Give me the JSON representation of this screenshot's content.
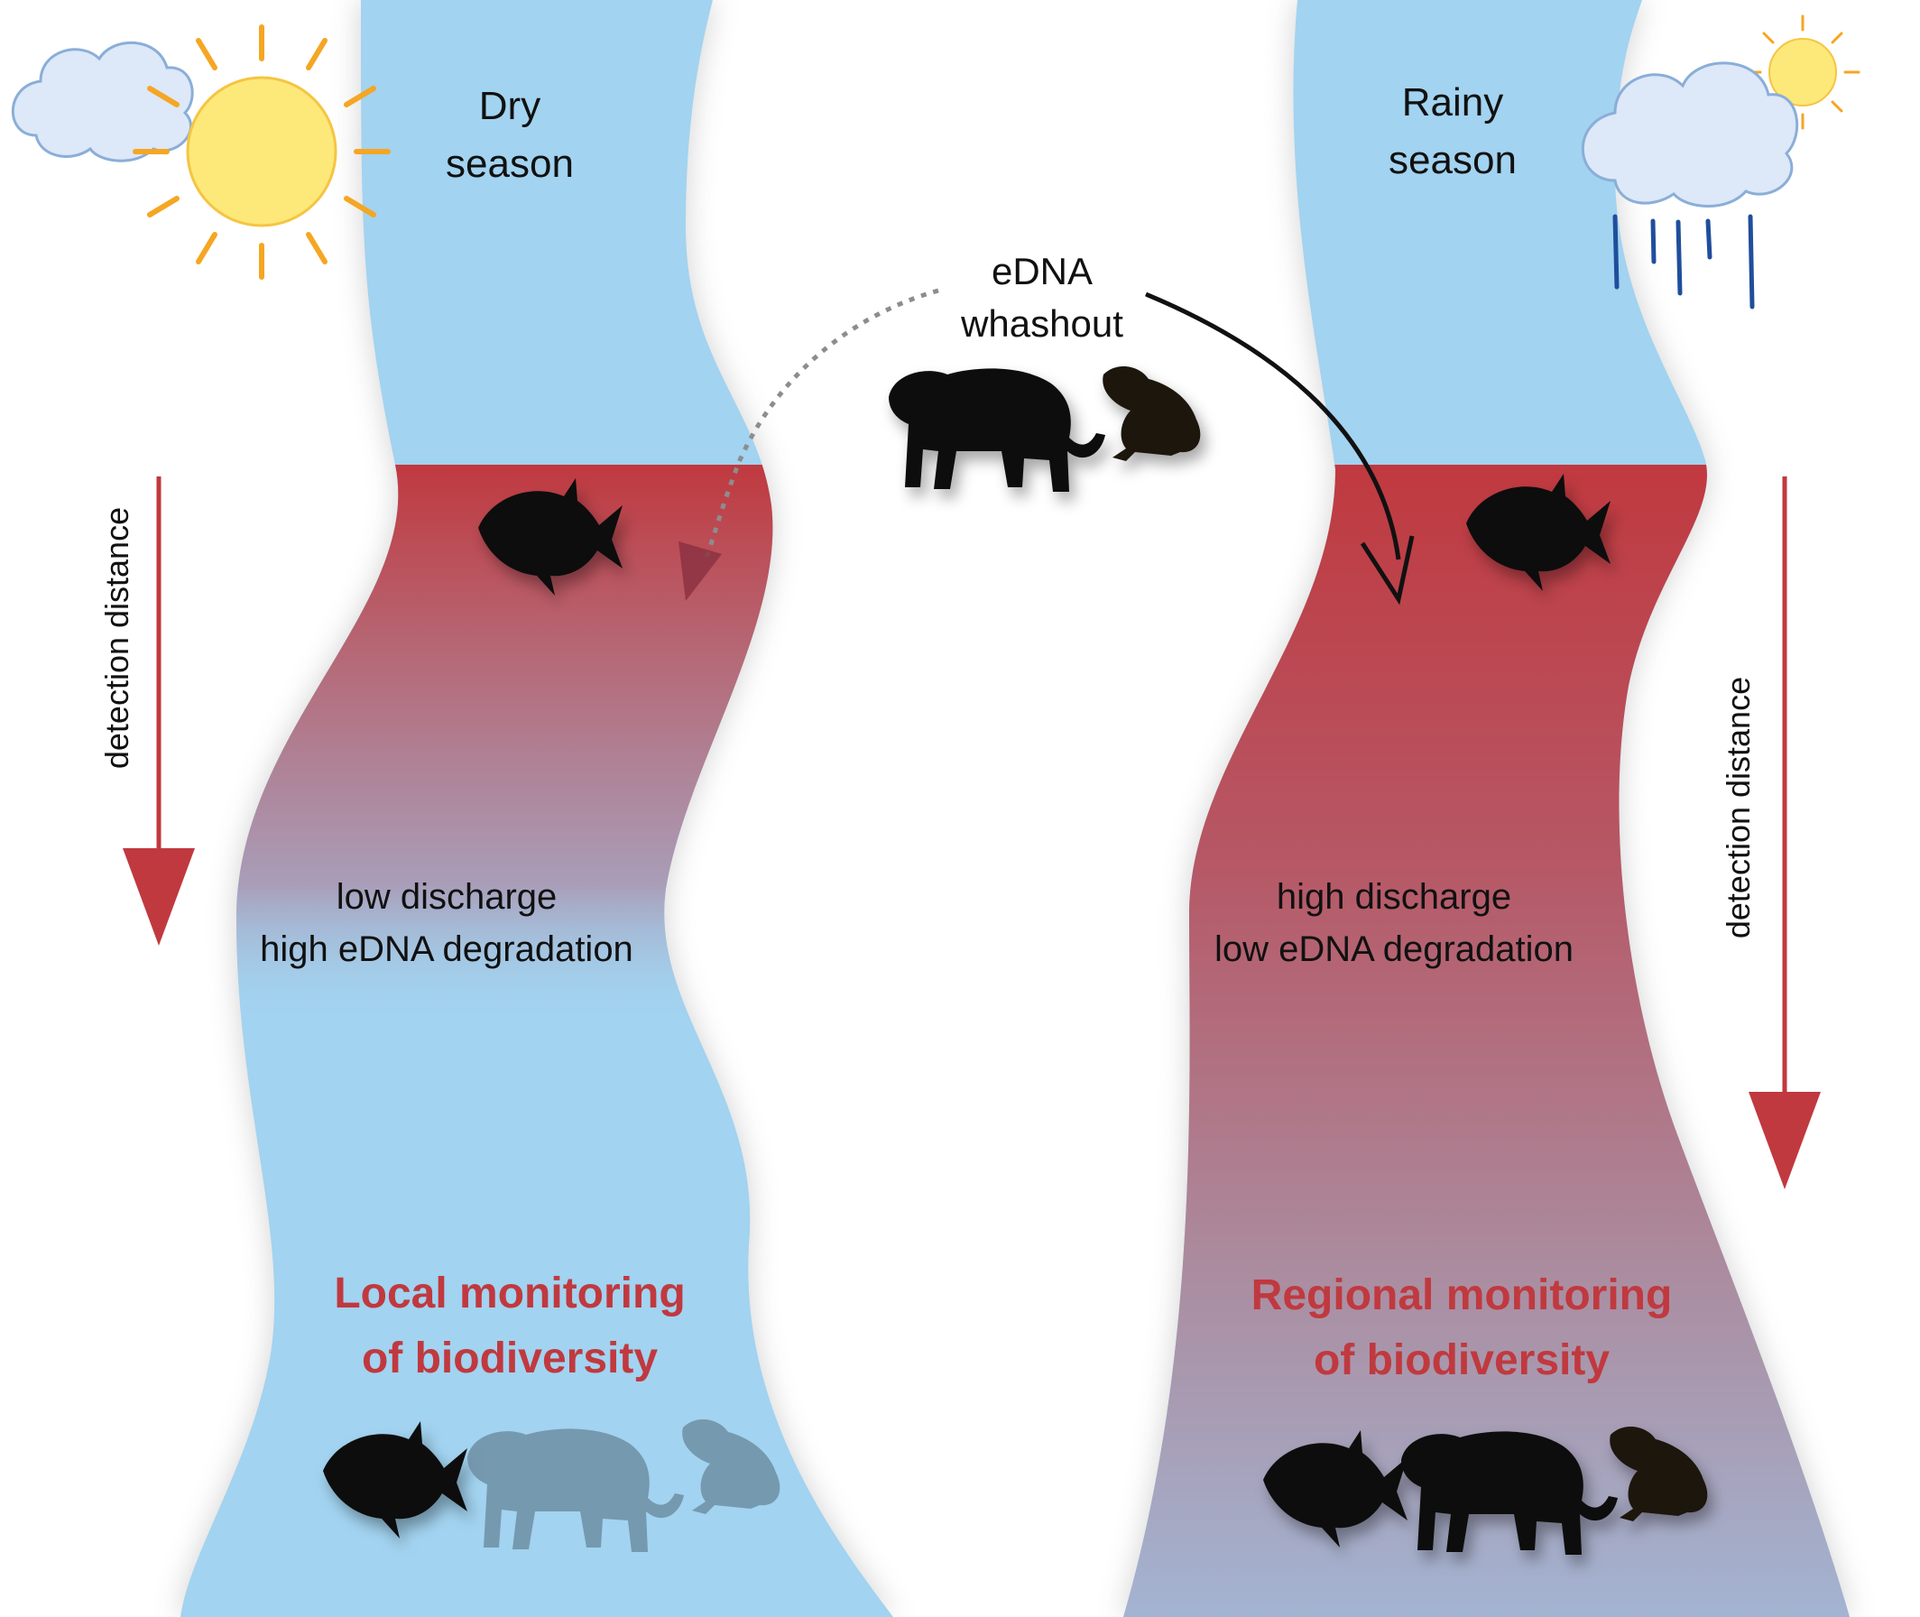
{
  "left_panel": {
    "season_line1": "Dry",
    "season_line2": "season",
    "condition_line1": "low discharge",
    "condition_line2": "high eDNA degradation",
    "result_line1": "Local monitoring",
    "result_line2": "of biodiversity",
    "axis_label": "detection distance"
  },
  "right_panel": {
    "season_line1": "Rainy",
    "season_line2": "season",
    "condition_line1": "high discharge",
    "condition_line2": "low eDNA degradation",
    "result_line1": "Regional monitoring",
    "result_line2": "of biodiversity",
    "axis_label": "detection distance"
  },
  "center": {
    "title_line1": "eDNA",
    "title_line2": "whashout"
  },
  "colors": {
    "river_blue": "#a2d3f0",
    "edna_red": "#c0393f",
    "headline_red": "#c0393f",
    "sun_yellow": "#fde87a",
    "sun_ray": "#f5a623",
    "cloud": "#dde8f8",
    "rain": "#1f4e9c"
  }
}
